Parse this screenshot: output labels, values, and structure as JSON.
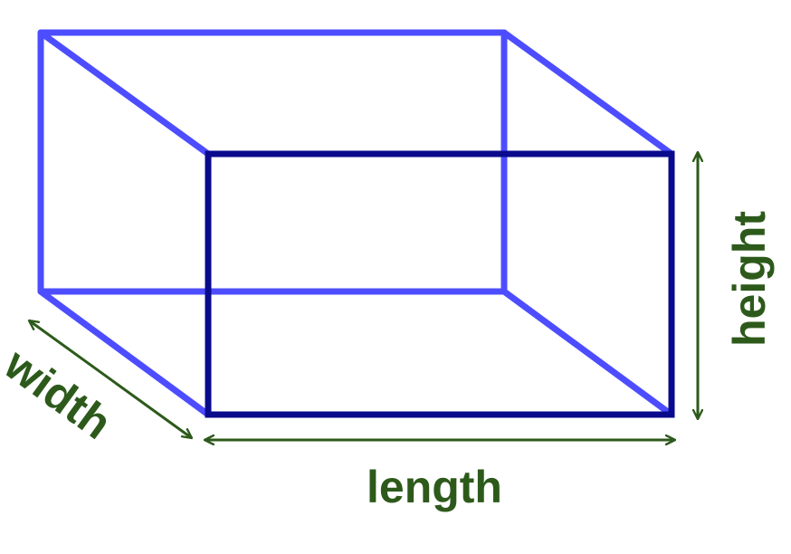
{
  "labels": {
    "width": "width",
    "height": "height",
    "length": "length"
  },
  "colors": {
    "back_edges": "#4d4dff",
    "front_face": "#0a0a8c",
    "arrows_and_labels": "#2d5a1b",
    "background": "#ffffff"
  }
}
